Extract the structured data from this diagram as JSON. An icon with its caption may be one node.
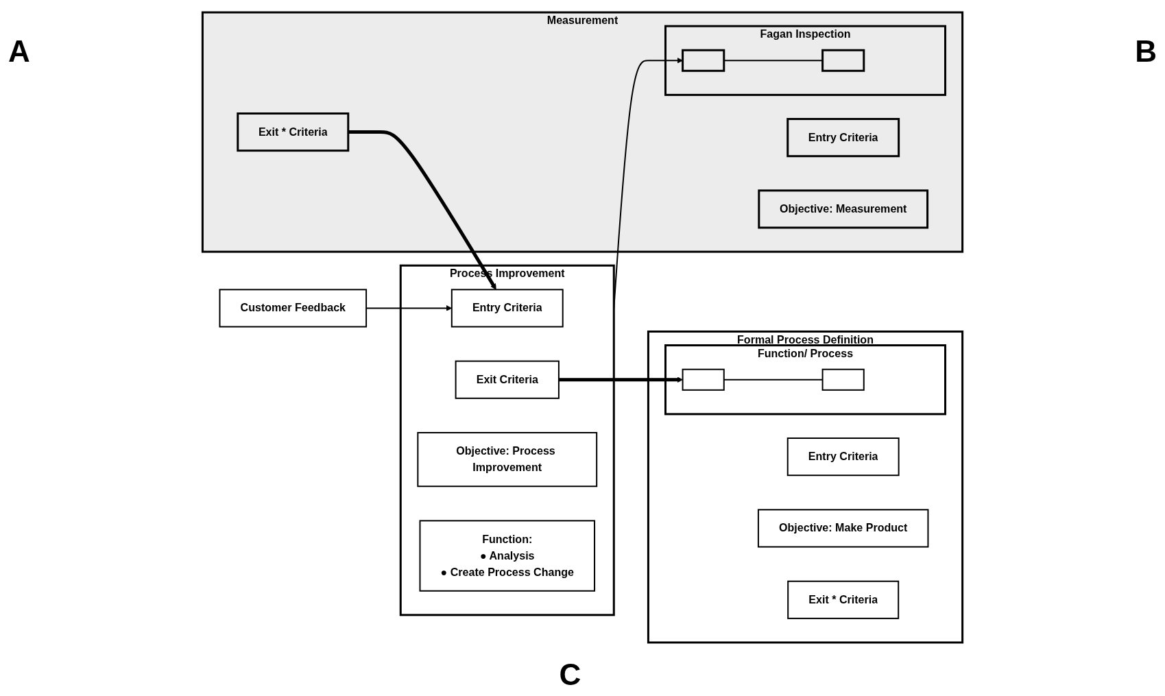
{
  "diagram": {
    "nodes": [
      {
        "text": [
          "Formal Process Definition"
        ]
      },
      {
        "text": [
          "Entry Criteria"
        ],
        "in": 0
      },
      {
        "text": [
          "Objective: Make Product"
        ],
        "in": 0
      },
      {
        "text": [
          "Function/ Process"
        ],
        "in": 0
      },
      {
        "text": [],
        "shape": "box",
        "in": 3
      },
      {
        "text": [],
        "shape": "box",
        "in": 3
      },
      {
        "text": [
          "Exit * Criteria"
        ],
        "in": 0
      },
      {
        "text": [
          "Measurement"
        ]
      },
      {
        "text": [
          "Entry Criteria"
        ],
        "in": 7
      },
      {
        "text": [
          "Objective: Measurement"
        ],
        "in": 7
      },
      {
        "text": [
          "Fagan Inspection"
        ],
        "in": 7
      },
      {
        "text": [],
        "shape": "box",
        "in": 10
      },
      {
        "text": [],
        "shape": "box",
        "in": 10
      },
      {
        "text": [
          "Exit * Criteria"
        ],
        "in": 7
      },
      {
        "text": [
          "Process Improvement"
        ]
      },
      {
        "text": [
          "Exit Criteria"
        ],
        "in": 14
      },
      {
        "text": [
          "Objective: Process Improvement"
        ],
        "in": 14
      },
      {
        "text": [
          "Function:",
          "● Analysis",
          "● Create Process Change"
        ],
        "in": 14
      },
      {
        "text": [
          "Entry Criteria"
        ],
        "in": 14
      },
      {
        "text": [
          "Customer Feedback"
        ]
      }
    ],
    "edges": [
      {
        "from": 4,
        "to": 5,
        "arrow": "none"
      },
      {
        "from": 11,
        "to": 12,
        "arrow": "none"
      },
      {
        "from": 15,
        "to": 4,
        "arrow": "to",
        "style": "thick"
      },
      {
        "from": 14,
        "to": 11,
        "arrow": "to"
      },
      {
        "from": 13,
        "to": 18,
        "arrow": "to",
        "style": "thick"
      },
      {
        "from": 19,
        "to": 18,
        "arrow": "to"
      }
    ],
    "labels": [
      "A",
      "B",
      "C"
    ]
  }
}
